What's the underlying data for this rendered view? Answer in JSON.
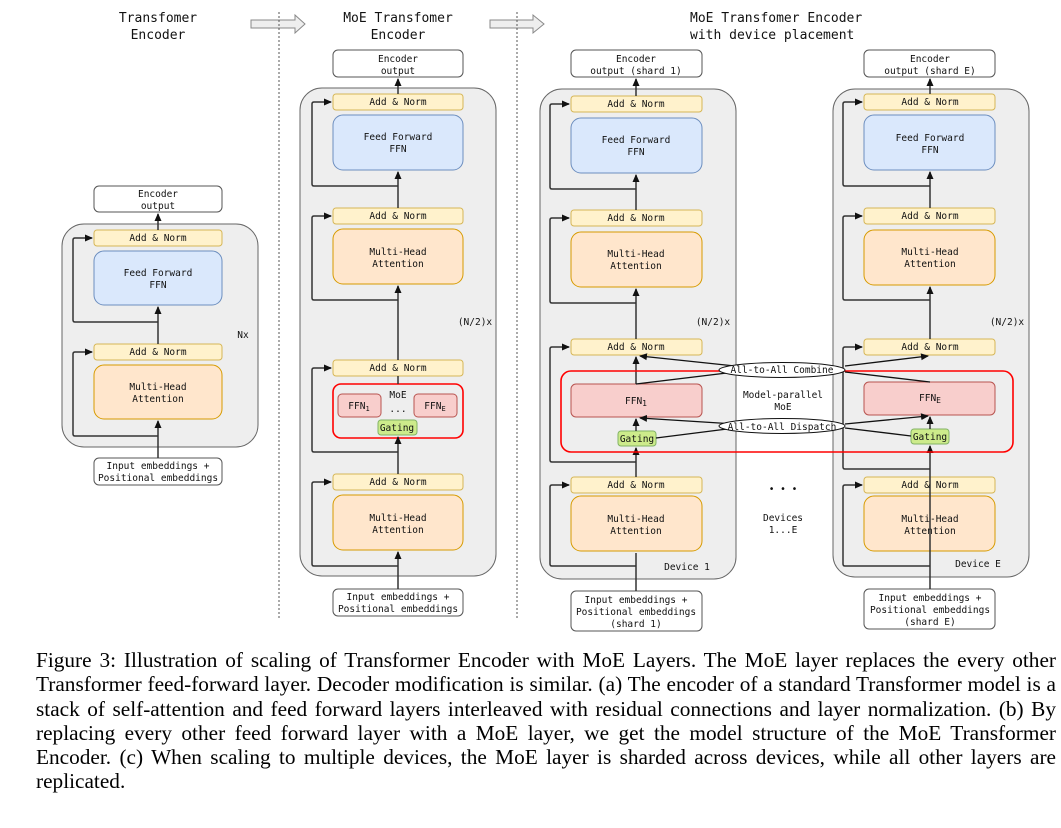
{
  "panels": {
    "a": {
      "title_line1": "Transfomer",
      "title_line2": "Encoder",
      "output_line1": "Encoder",
      "output_line2": "output",
      "add_norm": "Add & Norm",
      "ffn_line1": "Feed Forward",
      "ffn_line2": "FFN",
      "mha_line1": "Multi-Head",
      "mha_line2": "Attention",
      "repeat": "Nx",
      "input_line1": "Input embeddings +",
      "input_line2": "Positional embeddings"
    },
    "b": {
      "title_line1": "MoE Transfomer",
      "title_line2": "Encoder",
      "output_line1": "Encoder",
      "output_line2": "output",
      "add_norm": "Add & Norm",
      "ffn_line1": "Feed Forward",
      "ffn_line2": "FFN",
      "mha_line1": "Multi-Head",
      "mha_line2": "Attention",
      "repeat": "(N/2)x",
      "moe_label": "MoE",
      "expert_first": "FFN",
      "expert_first_sub": "1",
      "expert_last": "FFN",
      "expert_last_sub": "E",
      "ellipsis": "...",
      "gating": "Gating",
      "input_line1": "Input embeddings +",
      "input_line2": "Positional embeddings"
    },
    "c": {
      "title_line1": "MoE Transfomer Encoder",
      "title_line2": "with device placement",
      "device1": {
        "output_line1": "Encoder",
        "output_line2": "output (shard 1)",
        "expert": "FFN",
        "expert_sub": "1",
        "device_label": "Device 1",
        "input_line1": "Input embeddings +",
        "input_line2": "Positional embeddings",
        "input_line3": "(shard 1)"
      },
      "deviceE": {
        "output_line1": "Encoder",
        "output_line2": "output (shard E)",
        "expert": "FFN",
        "expert_sub": "E",
        "device_label": "Device E",
        "input_line1": "Input embeddings +",
        "input_line2": "Positional embeddings",
        "input_line3": "(shard E)"
      },
      "add_norm": "Add & Norm",
      "ffn_line1": "Feed Forward",
      "ffn_line2": "FFN",
      "mha_line1": "Multi-Head",
      "mha_line2": "Attention",
      "repeat": "(N/2)x",
      "gating": "Gating",
      "combine": "All-to-All Combine",
      "dispatch": "All-to-All Dispatch",
      "model_parallel_line1": "Model-parallel",
      "model_parallel_line2": "MoE",
      "dots": "•   •   •",
      "devices_line1": "Devices",
      "devices_line2": "1...E"
    }
  },
  "caption": "Figure 3: Illustration of scaling of Transformer Encoder with MoE Layers. The MoE layer replaces the every other Transformer feed-forward layer. Decoder modification is similar. (a) The encoder of a standard Transformer model is a stack of self-attention and feed forward layers interleaved with residual connections and layer normalization. (b) By replacing every other feed forward layer with a MoE layer, we get the model structure of the MoE Transformer Encoder. (c) When scaling to multiple devices, the MoE layer is sharded across devices, while all other layers are replicated.",
  "colors": {
    "add_norm_fill": "#fff2cc",
    "add_norm_stroke": "#d6b656",
    "ffn_fill": "#dae8fc",
    "ffn_stroke": "#6c8ebf",
    "mha_fill": "#ffe6cc",
    "mha_stroke": "#d79b00",
    "expert_fill": "#f8cecc",
    "expert_stroke": "#b85450",
    "gating_fill": "#cdeb8b",
    "gating_stroke": "#82b366",
    "moe_border": "#ff0000",
    "block_fill": "#eeeeee",
    "block_stroke": "#666666"
  }
}
